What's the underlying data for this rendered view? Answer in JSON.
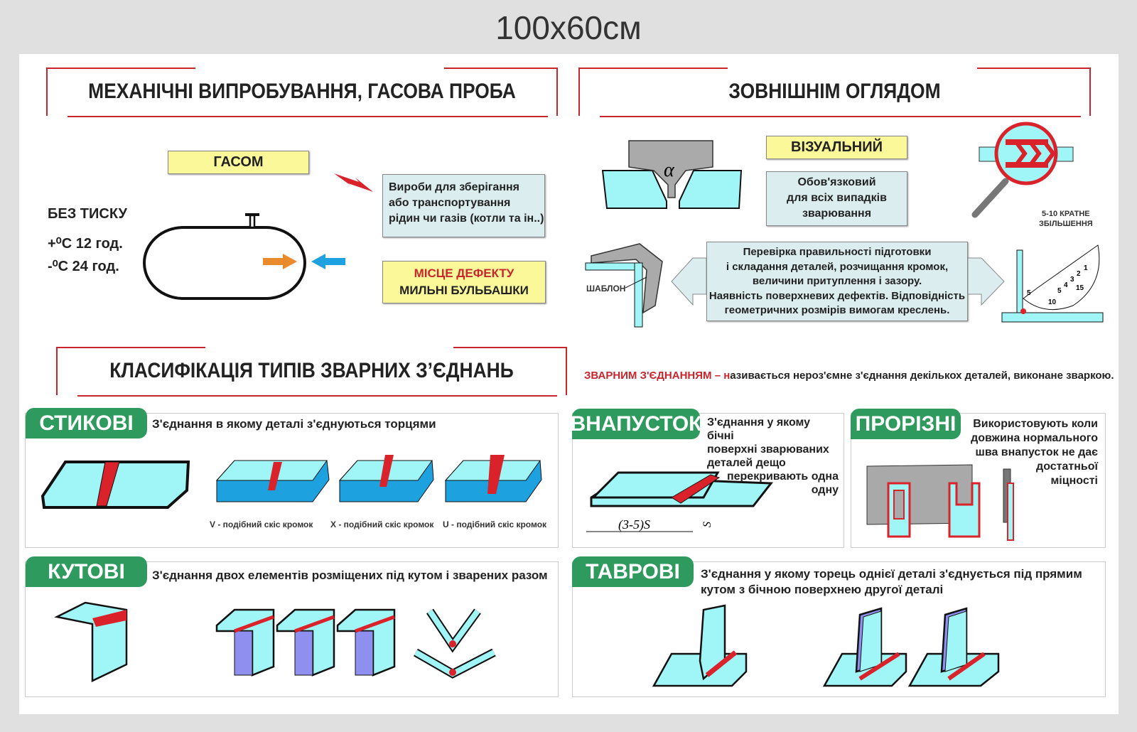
{
  "size_label": "100x60см",
  "headers": {
    "mechanical": "МЕХАНІЧНІ ВИПРОБУВАННЯ, ГАСОВА ПРОБА",
    "visual": "ЗОВНІШНІМ ОГЛЯДОМ",
    "classification": "КЛАСИФІКАЦІЯ ТИПІВ ЗВАРНИХ З’ЄДНАНЬ"
  },
  "kerosene": {
    "label": "ГАСОМ",
    "no_pressure": "БЕЗ ТИСКУ",
    "temp_plus": "+⁰С 12 год.",
    "temp_minus": "-⁰С 24 год.",
    "products": [
      "Вироби для зберігання",
      "або транспортування",
      "рідин чи газів (котли та ін..)"
    ],
    "defect_place": "МІСЦЕ ДЕФЕКТУ",
    "soap_bubbles": "МИЛЬНІ БУЛЬБАШКИ"
  },
  "visual": {
    "label": "ВІЗУАЛЬНИЙ",
    "mandatory": [
      "Обов'язковий",
      "для всіх випадків",
      "зварювання"
    ],
    "alpha": "α",
    "magnification": [
      "5-10 КРАТНЕ",
      "ЗБІЛЬШЕННЯ"
    ],
    "template": "ШАБЛОН",
    "check": [
      "Перевірка правильності підготовки",
      "і складання деталей, розчищання кромок,",
      "величини притуплення і зазору.",
      "Наявність поверхневих дефектів. Відповідність",
      "геометричних розмірів вимогам креслень."
    ],
    "gauge_numbers": [
      "1",
      "2",
      "3",
      "4",
      "5",
      "5",
      "10",
      "15"
    ]
  },
  "definition": {
    "term": "ЗВАРНИМ З'ЄДНАННЯМ – н",
    "text": "азивається нероз'ємне з'єднання декількох деталей,  виконане зваркою."
  },
  "joints": {
    "butt": {
      "label": "СТИКОВІ",
      "desc": "З'єднання в якому деталі з'єднуються торцями",
      "captions": [
        "V - подібний скіс кромок",
        "X - подібний скіс кромок",
        "U - подібний скіс кромок"
      ]
    },
    "corner": {
      "label": "КУТОВІ",
      "desc": "З'єднання двох елементів розміщених під кутом і зварених разом"
    },
    "lap": {
      "label": "ВНАПУСТОК",
      "desc": [
        "З'єднання у якому бічні",
        "поверхні зварюваних",
        "деталей дещо",
        "перекривають одна",
        "одну"
      ],
      "dim": "(3-5)S",
      "s": "S"
    },
    "slot": {
      "label": "ПРОРІЗНІ",
      "desc": [
        "Використовують коли",
        "довжина нормального",
        "шва внапусток не дає",
        "достатньої",
        "міцності"
      ]
    },
    "tee": {
      "label": "ТАВРОВІ",
      "desc": [
        "З'єднання у якому торець однієї деталі з'єднується під прямим",
        "кутом з бічною поверхнею другої деталі"
      ]
    }
  },
  "colors": {
    "accent_red": "#c8262c",
    "badge_green": "#2e9a5e",
    "yellow": "#fbf89a",
    "light_blue": "#dcedf0",
    "cyan": "#7ff0f0"
  }
}
